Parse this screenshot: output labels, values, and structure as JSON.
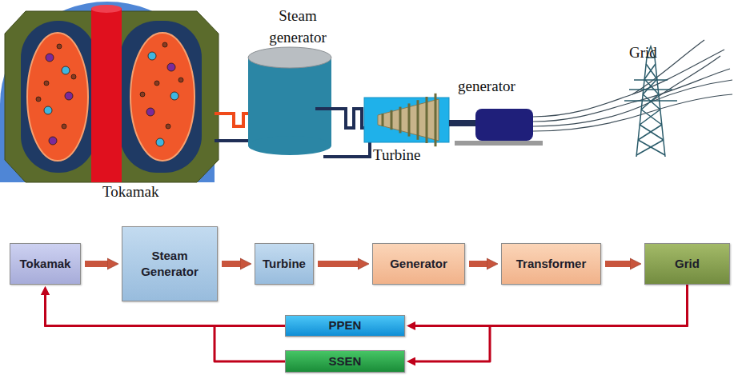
{
  "diagram": {
    "nodes": [
      {
        "text": [
          "Tokamak"
        ]
      },
      {
        "text": [
          "Steam Generator"
        ]
      },
      {
        "text": [
          "Turbine"
        ]
      },
      {
        "text": [
          "Generator"
        ]
      },
      {
        "text": [
          "Transformer"
        ]
      },
      {
        "text": [
          "Grid"
        ]
      },
      {
        "text": [
          "PPEN"
        ]
      },
      {
        "text": [
          "SSEN"
        ]
      }
    ],
    "edges": [
      {
        "from": 0,
        "to": 1,
        "arrow": "to"
      },
      {
        "from": 1,
        "to": 2,
        "arrow": "to"
      },
      {
        "from": 2,
        "to": 3,
        "arrow": "to"
      },
      {
        "from": 3,
        "to": 4,
        "arrow": "to"
      },
      {
        "from": 4,
        "to": 5,
        "arrow": "to"
      },
      {
        "from": 5,
        "to": 6,
        "arrow": "to"
      },
      {
        "from": 5,
        "to": 7,
        "arrow": "to"
      },
      {
        "from": 6,
        "to": 0,
        "arrow": "to"
      },
      {
        "from": 7,
        "to": 0,
        "arrow": "to"
      }
    ],
    "labels": [
      "Steam generator",
      "generator",
      "Grid",
      "Turbine",
      "Tokamak"
    ]
  }
}
